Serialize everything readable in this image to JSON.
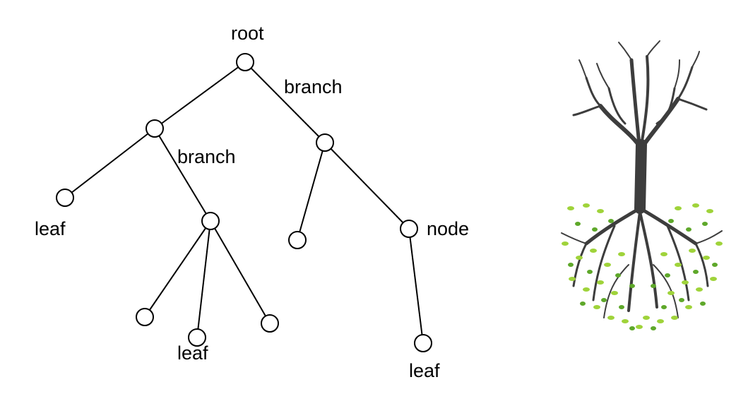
{
  "diagram": {
    "labels": {
      "root": "root",
      "branch_top": "branch",
      "branch_mid": "branch",
      "leaf_left": "leaf",
      "leaf_bottom": "leaf",
      "node_right": "node",
      "leaf_right": "leaf"
    },
    "colors": {
      "line": "#000000",
      "node_fill": "#ffffff"
    }
  },
  "illustration": {
    "subject": "tree-with-roots-illustration",
    "colors": {
      "trunk": "#3d3d3d",
      "leaves_light": "#9fd33a",
      "leaves_dark": "#5ea82a"
    }
  }
}
